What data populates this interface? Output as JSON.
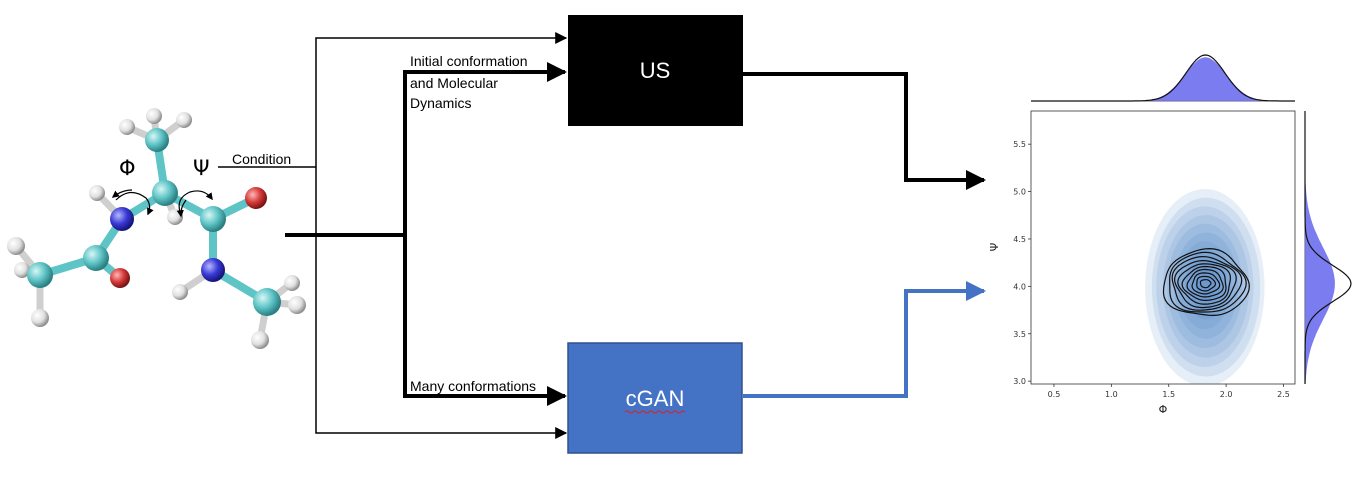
{
  "molecule": {
    "phi_symbol": "Φ",
    "psi_symbol": "Ψ"
  },
  "labels": {
    "condition": "Condition",
    "initial_line1": "Initial conformation",
    "initial_line2": "and Molecular",
    "initial_line3": "Dynamics",
    "many": "Many conformations"
  },
  "boxes": {
    "us": {
      "label": "US",
      "color": "#000000"
    },
    "cgan": {
      "label": "cGAN",
      "color": "#4472c4",
      "border": "#2f528f"
    }
  },
  "colors": {
    "blue_arrow": "#4472c4",
    "carbon": "#5fc4c6",
    "nitrogen": "#3a3ad6",
    "oxygen": "#d63a3a",
    "hydrogen": "#e6e6e6",
    "kde_fill": "#3c7fc0",
    "marginal_fill": "#6e6ef0"
  },
  "chart_data": {
    "type": "kde-joint",
    "xlabel": "Φ",
    "ylabel": "Ψ",
    "xlim": [
      0.3,
      2.6
    ],
    "ylim": [
      2.97,
      5.85
    ],
    "xticks": [
      "0.5",
      "1.0",
      "1.5",
      "2.0",
      "2.5"
    ],
    "yticks": [
      "3.0",
      "3.5",
      "4.0",
      "4.5",
      "5.0",
      "5.5"
    ],
    "xtick_values": [
      0.5,
      1.0,
      1.5,
      2.0,
      2.5
    ],
    "ytick_values": [
      3.0,
      3.5,
      4.0,
      4.5,
      5.0,
      5.5
    ],
    "filled_density": {
      "center": [
        1.82,
        4.03
      ],
      "sd": [
        0.2,
        0.4
      ]
    },
    "line_density": {
      "center": [
        1.82,
        4.03
      ],
      "sd": [
        0.18,
        0.17
      ]
    },
    "marginal_x_fill": {
      "center": 1.82,
      "sd": 0.18
    },
    "marginal_x_line": {
      "center": 1.82,
      "sd": 0.17
    },
    "marginal_y_fill": {
      "center": 4.03,
      "sd": 0.38
    },
    "marginal_y_line": {
      "center": 4.03,
      "sd": 0.19
    }
  }
}
